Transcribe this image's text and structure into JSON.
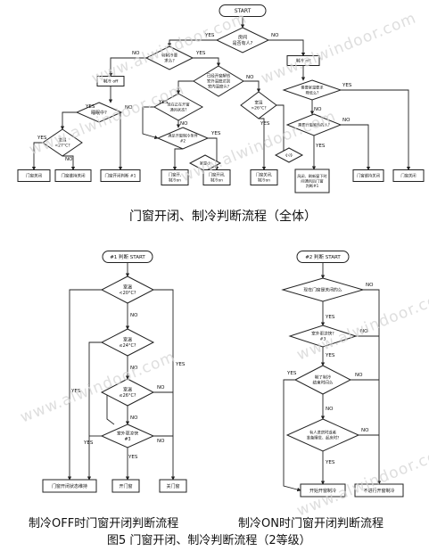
{
  "watermark": "www.alwindoor.com",
  "captions": {
    "overall": "门窗开闭、制冷判断流程（全体）",
    "cooling_off": "制冷OFF时门窗开闭判断流程",
    "cooling_on": "制冷ON时门窗开闭判断流程",
    "figure": "图5 门窗开闭、制冷判断流程（2等级）"
  },
  "top": {
    "start": "START",
    "q_home": "房间\n是否有人?",
    "cool_off_left": "制冷 off",
    "cool_off_right": "制冷 off",
    "q_cool_needed": "有制冷要\n求么?",
    "q_outside": "已经开窗解热\n室外温度达到\n室内温度么?",
    "q_sleep": "睡眠中?",
    "q_temp27": "室温\n<27°C?",
    "q_window_open": "现在正在开窗\n通风状态?",
    "q_temp26": "室温\n>26°C?",
    "q_cool_condition": "满足开窗制冷条件\n#2",
    "q_cool_reqd": "需要室温要求\n降低么?",
    "q_need_person": "需要开窗解热的人?",
    "q_small": "室温小",
    "q_off_small": "小冷",
    "box_close": "门窗关闭",
    "box_keep": "门窗维持关闭",
    "box_judge1": "门窗开闭判断 #1",
    "box_open_on1": "门窗开,\n制冷on",
    "box_open_on2": "门窗开闭,\n制冷on",
    "box_close_on": "门窗关闭,\n制冷on",
    "box_wind": "风闭、刷新窗下时\n间通风后门窗\n判断#1",
    "box_keep2": "门窗维持关闭",
    "box_close2": "门窗关闭"
  },
  "bottom_left": {
    "start": "#1 判断 START",
    "q_20": "室温\n<20°C?",
    "q_24": "室温\n≤24°C?",
    "q_26": "室温\n≤26°C?",
    "q_outside": "室外更凉快\n#3",
    "box_keep": "门窗开闭状态维持",
    "box_open": "开门窗",
    "box_close": "关门窗"
  },
  "bottom_right": {
    "start": "#2 判断 START",
    "q_closed": "现在门窗是关闭的么",
    "q_outside": "室外更凉快?\n#3",
    "q_cool_time": "制了制冷\n结束时间么",
    "q_sleep": "有人进房时或者\n准备睡觉、起床时?",
    "box_start": "开始开窗制冷",
    "box_no": "不进行开窗制冷"
  },
  "labels": {
    "yes": "YES",
    "no": "NO"
  }
}
